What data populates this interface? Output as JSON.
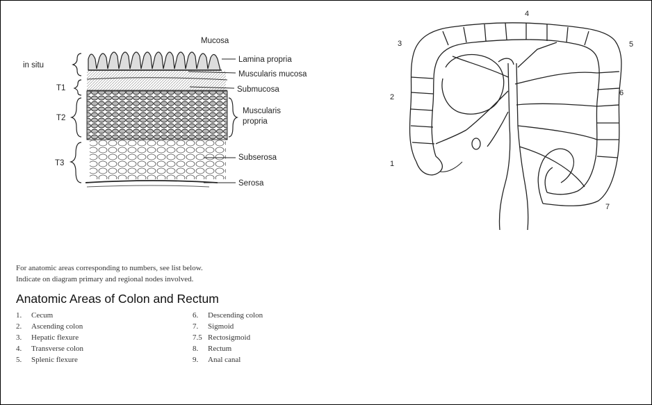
{
  "wall_diagram": {
    "layers": {
      "mucosa": "Mucosa",
      "lamina_propria": "Lamina propria",
      "muscularis_mucosa": "Muscularis mucosa",
      "submucosa": "Submucosa",
      "muscularis_propria_line1": "Muscularis",
      "muscularis_propria_line2": "propria",
      "subserosa": "Subserosa",
      "serosa": "Serosa"
    },
    "stages": {
      "in_situ": "in situ",
      "t1": "T1",
      "t2": "T2",
      "t3": "T3"
    }
  },
  "colon_diagram": {
    "region_numbers": [
      "1",
      "2",
      "3",
      "4",
      "5",
      "6",
      "7"
    ]
  },
  "instructions": {
    "line1": "For anatomic areas corresponding to numbers, see list below.",
    "line2": "Indicate on diagram primary and regional nodes involved."
  },
  "section_title": "Anatomic Areas of Colon and Rectum",
  "areas": {
    "left": [
      {
        "num": "1.",
        "name": "Cecum"
      },
      {
        "num": "2.",
        "name": "Ascending colon"
      },
      {
        "num": "3.",
        "name": "Hepatic flexure"
      },
      {
        "num": "4.",
        "name": "Transverse colon"
      },
      {
        "num": "5.",
        "name": "Splenic flexure"
      }
    ],
    "right": [
      {
        "num": "6.",
        "name": "Descending colon"
      },
      {
        "num": "7.",
        "name": "Sigmoid"
      },
      {
        "num": "7.5",
        "name": "Rectosigmoid"
      },
      {
        "num": "8.",
        "name": "Rectum"
      },
      {
        "num": "9.",
        "name": "Anal canal"
      }
    ]
  }
}
